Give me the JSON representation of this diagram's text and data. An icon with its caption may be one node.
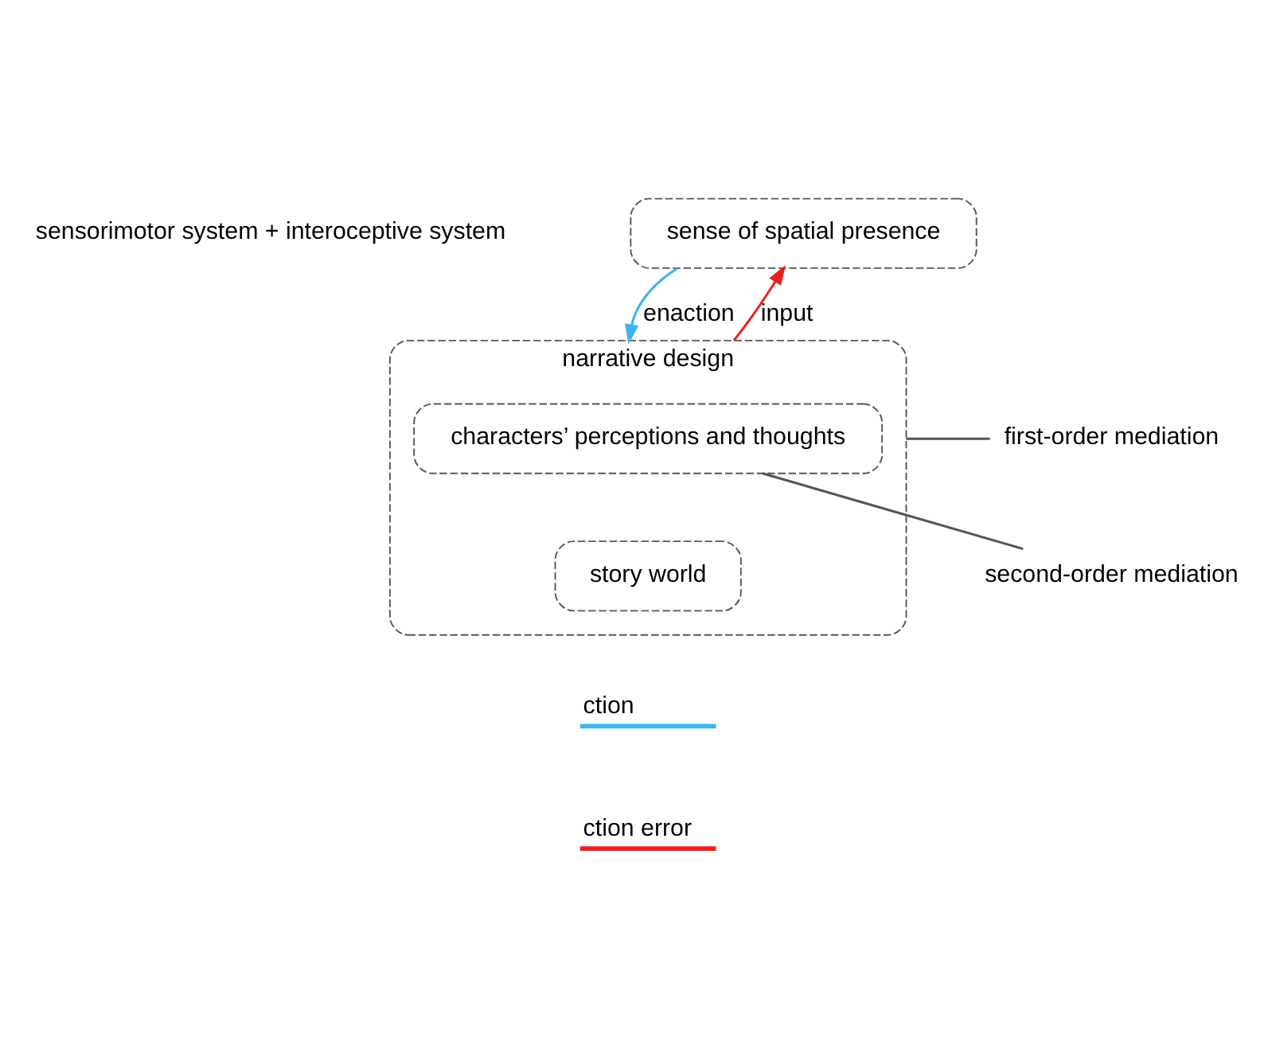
{
  "diagram": {
    "nodes": [
      {
        "text": [
          "sense of spatial presence"
        ]
      },
      {
        "text": [
          "narrative design"
        ]
      },
      {
        "text": [
          "characters’ perceptions and thoughts"
        ],
        "in": 1
      },
      {
        "text": [
          "story world"
        ],
        "in": 1
      },
      {
        "text": [
          "first-order mediation"
        ]
      },
      {
        "text": [
          "second-order mediation"
        ]
      }
    ],
    "edges": [
      {
        "from": 0,
        "to": 1,
        "arrow": "to",
        "label": "enaction",
        "color": "#3fb4f0"
      },
      {
        "from": 1,
        "to": 0,
        "arrow": "to",
        "label": "input",
        "color": "#e8211f"
      },
      {
        "from": 4,
        "to": 1,
        "arrow": "none"
      },
      {
        "from": 5,
        "to": 2,
        "arrow": "none"
      }
    ],
    "labels": [
      "sensorimotor system + interoceptive system"
    ],
    "legend": [
      {
        "text": "ction"
      },
      {
        "text": "ction error"
      }
    ]
  }
}
